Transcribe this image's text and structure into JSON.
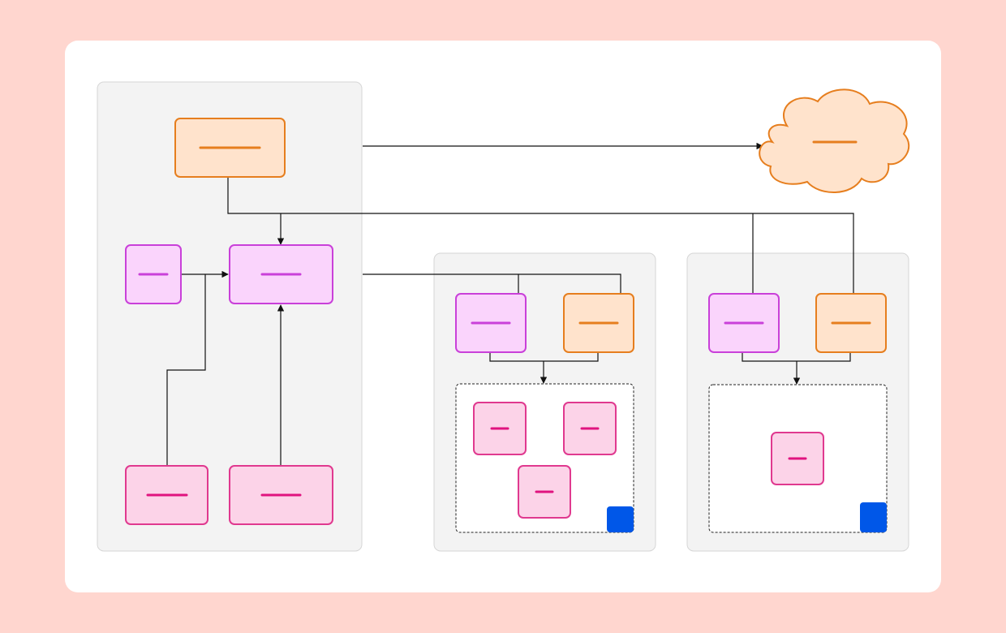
{
  "colors": {
    "page_bg": "#ffd6cf",
    "card_bg": "#ffffff",
    "group_fill": "#f3f3f3",
    "group_stroke": "#d6d6d6",
    "orange_fill": "#ffe3cc",
    "orange_stroke": "#e67e1e",
    "magenta_fill": "#fad4fc",
    "magenta_stroke": "#c940d9",
    "pink_fill": "#fcd3e8",
    "pink_stroke": "#e0398f",
    "pink_bar": "#e0137f",
    "blue": "#0057e8",
    "line": "#111111"
  },
  "diagram": {
    "groups": [
      "group-left",
      "group-middle",
      "group-right"
    ],
    "nodes": [
      {
        "id": "orange-top-node",
        "kind": "orange",
        "label": ""
      },
      {
        "id": "cloud-node",
        "kind": "cloud",
        "label": ""
      },
      {
        "id": "magenta-small-node",
        "kind": "magenta",
        "label": ""
      },
      {
        "id": "magenta-central-node",
        "kind": "magenta",
        "label": ""
      },
      {
        "id": "pink-bottom-left-node",
        "kind": "pink",
        "label": ""
      },
      {
        "id": "pink-bottom-right-node",
        "kind": "pink",
        "label": ""
      },
      {
        "id": "mid-magenta-node",
        "kind": "magenta",
        "label": ""
      },
      {
        "id": "mid-orange-node",
        "kind": "orange",
        "label": ""
      },
      {
        "id": "mid-pink-node-1",
        "kind": "pink",
        "label": ""
      },
      {
        "id": "mid-pink-node-2",
        "kind": "pink",
        "label": ""
      },
      {
        "id": "mid-pink-node-3",
        "kind": "pink",
        "label": ""
      },
      {
        "id": "right-magenta-node",
        "kind": "magenta",
        "label": ""
      },
      {
        "id": "right-orange-node",
        "kind": "orange",
        "label": ""
      },
      {
        "id": "right-pink-node",
        "kind": "pink",
        "label": ""
      }
    ]
  }
}
